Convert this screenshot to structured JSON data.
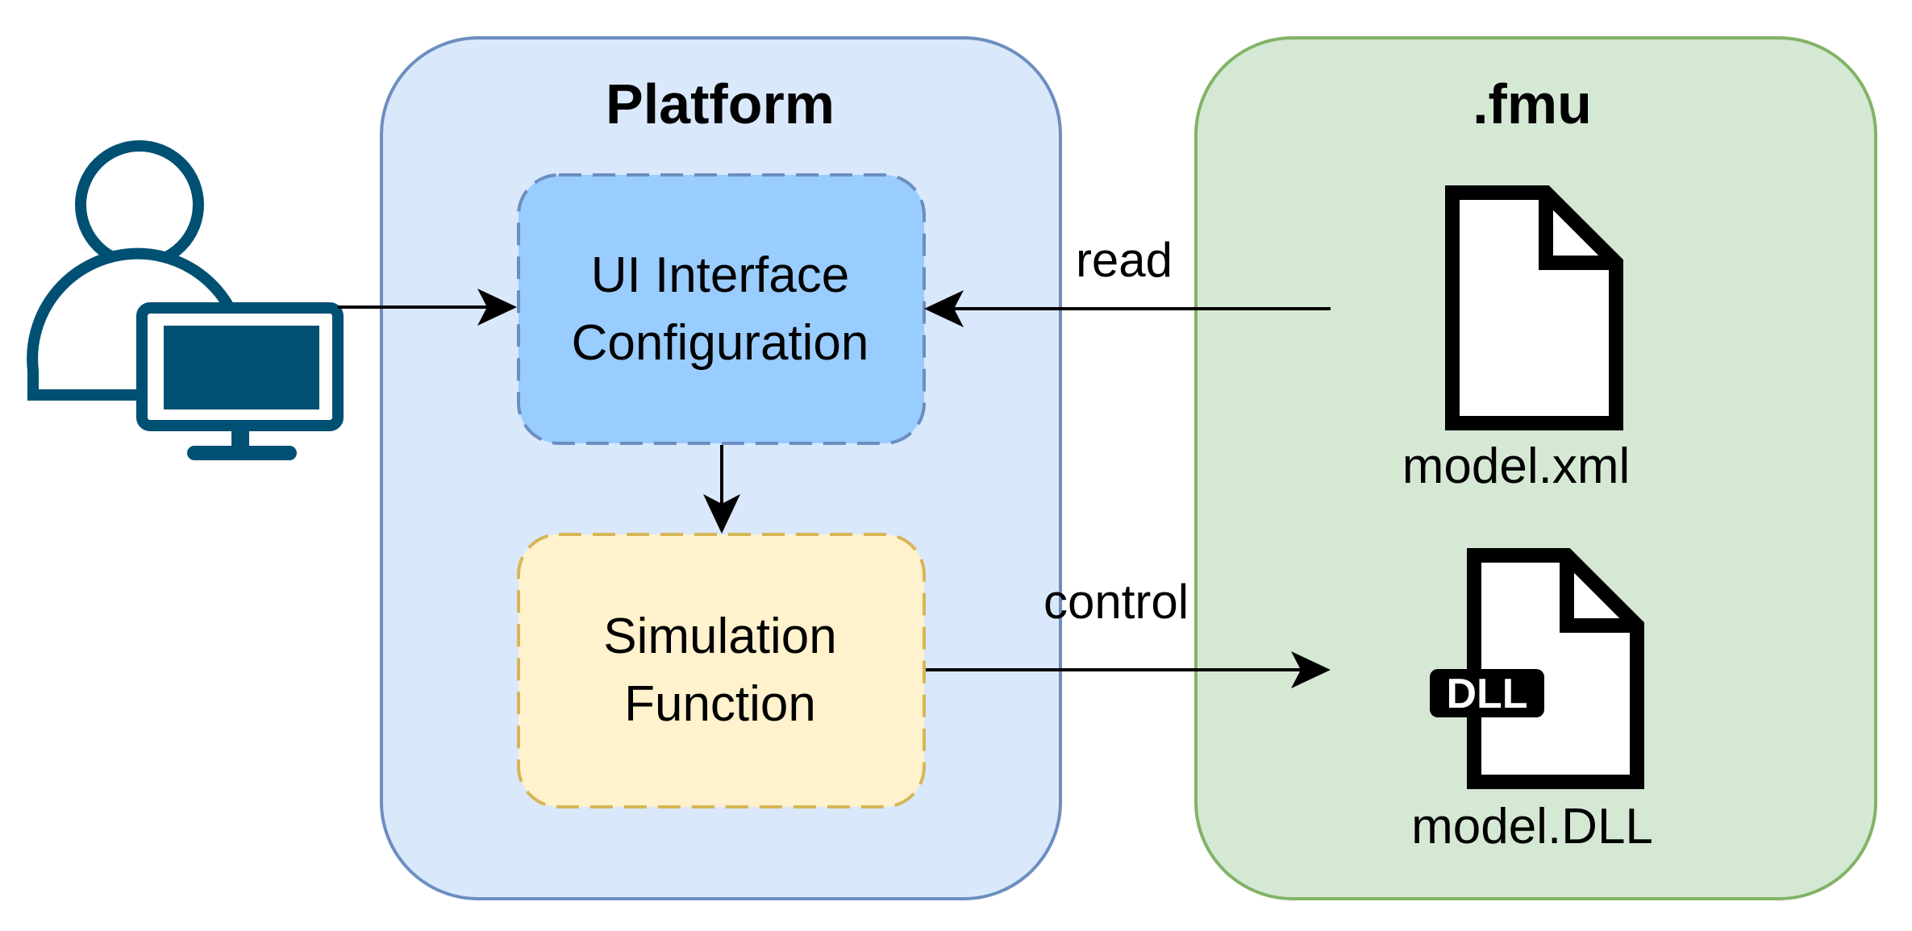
{
  "diagram": {
    "platform": {
      "title": "Platform",
      "ui_config": {
        "line1": "UI Interface",
        "line2": "Configuration"
      },
      "simulation": {
        "line1": "Simulation",
        "line2": "Function"
      }
    },
    "fmu": {
      "title": ".fmu",
      "xml_file": {
        "label": "model.xml"
      },
      "dll_file": {
        "label": "model.DLL",
        "badge": "DLL"
      }
    },
    "edges": {
      "read_label": "read",
      "control_label": "control"
    }
  },
  "colors": {
    "platform_fill": "#dae8fc",
    "platform_stroke": "#6c8ebf",
    "fmu_fill": "#d5e8d4",
    "fmu_stroke": "#82b366",
    "ui_config_fill": "#99ccff",
    "ui_config_stroke": "#6c8ebf",
    "simulation_fill": "#fff2cc",
    "simulation_stroke": "#d6b656",
    "user_icon": "#005073",
    "arrow": "#000000"
  },
  "icons": {
    "user": "user-at-computer-icon",
    "xml_file": "document-icon",
    "dll_file": "dll-file-icon"
  }
}
